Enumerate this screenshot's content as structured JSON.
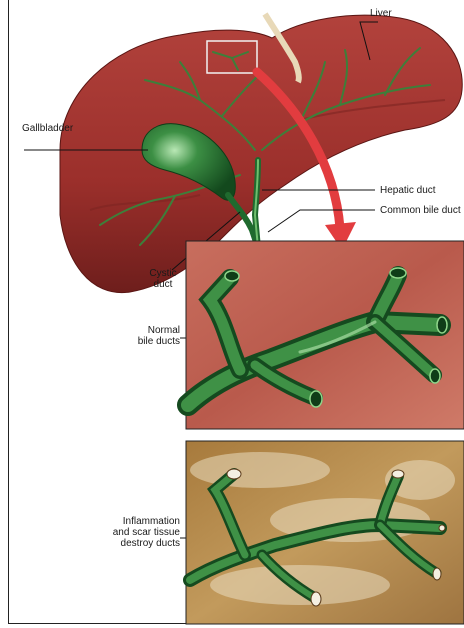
{
  "labels": {
    "liver": "Liver",
    "gallbladder": "Gallbladder",
    "hepatic_duct": "Hepatic duct",
    "common_bile_duct": "Common bile duct",
    "cystic_duct": "Cystic\nduct",
    "normal_ducts": "Normal\nbile ducts",
    "inflamed_ducts": "Inflammation\nand scar tissue\ndestroy ducts"
  },
  "colors": {
    "liver": "#9b2f2b",
    "liver_dark": "#6e1e1c",
    "duct_green": "#2f7a37",
    "duct_light": "#6fbf6e",
    "gallbladder": "#1f6a2e",
    "arrow": "#e23c3f",
    "normal_bg": "#c46a5c",
    "inflamed_bg": "#b98f4f"
  }
}
